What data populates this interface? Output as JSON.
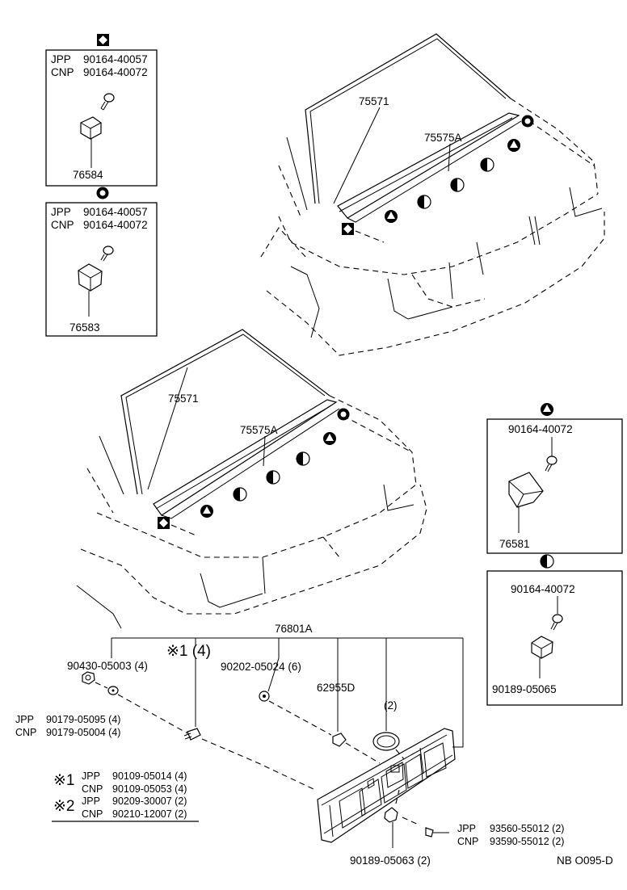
{
  "diagram": {
    "code": "NB  O095-D",
    "box_diamond": {
      "jpp_label": "JPP",
      "jpp_part": "90164-40057",
      "cnp_label": "CNP",
      "cnp_part": "90164-40072",
      "clip_part": "76584"
    },
    "box_target": {
      "jpp_label": "JPP",
      "jpp_part": "90164-40057",
      "cnp_label": "CNP",
      "cnp_part": "90164-40072",
      "clip_part": "76583"
    },
    "box_triangle": {
      "screw_part": "90164-40072",
      "clip_part": "76581"
    },
    "box_half": {
      "screw_part": "90164-40072",
      "clip_part": "90189-05065"
    },
    "top_car": {
      "molding": "75571",
      "garnish": "75575A"
    },
    "mid_car": {
      "molding": "75571",
      "garnish": "75575A"
    },
    "lower": {
      "panel_part": "76801A",
      "note1_ref": "※1 (4)",
      "nut_part": "90430-05003 (4)",
      "nut_jpp_label": "JPP",
      "nut_jpp_part": "90179-05095 (4)",
      "nut_cnp_label": "CNP",
      "nut_cnp_part": "90179-05004 (4)",
      "washer_part": "90202-05024 (6)",
      "cap_part": "62955D",
      "grommet_qty": "(2)",
      "bottom_clip": "90189-05063 (2)",
      "screw_jpp_label": "JPP",
      "screw_jpp_part": "93560-55012 (2)",
      "screw_cnp_label": "CNP",
      "screw_cnp_part": "93590-55012 (2)"
    },
    "notes": {
      "n1_mark": "※1",
      "n1_jpp_label": "JPP",
      "n1_jpp_part": "90109-05014 (4)",
      "n1_cnp_label": "CNP",
      "n1_cnp_part": "90109-05053 (4)",
      "n2_mark": "※2",
      "n2_jpp_label": "JPP",
      "n2_jpp_part": "90209-30007 (2)",
      "n2_cnp_label": "CNP",
      "n2_cnp_part": "90210-12007 (2)"
    }
  }
}
